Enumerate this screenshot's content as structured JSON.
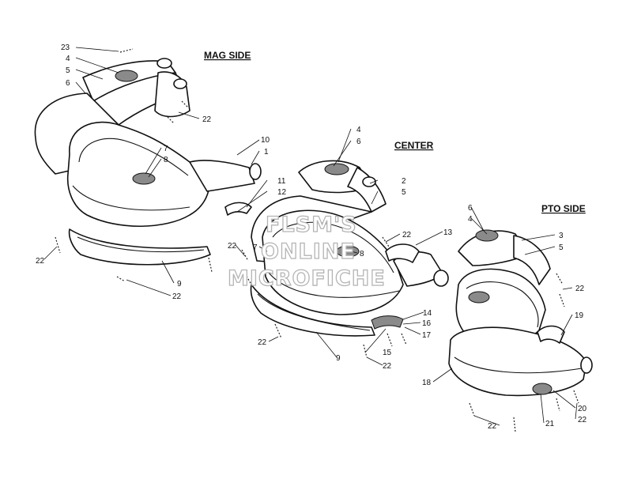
{
  "sections": {
    "mag": "MAG SIDE",
    "center": "CENTER",
    "pto": "PTO SIDE"
  },
  "watermark": {
    "line1": "FLSM'S",
    "line2": "ONLINE",
    "line3": "MICROFICHE"
  },
  "callouts": {
    "mag": {
      "c23": "23",
      "c4": "4",
      "c5": "5",
      "c6": "6",
      "c22a": "22",
      "c7": "7",
      "c8": "8",
      "c10": "10",
      "c1": "1",
      "c22b": "22",
      "c9": "9",
      "c22c": "22"
    },
    "center": {
      "c4": "4",
      "c6": "6",
      "c11": "11",
      "c12": "12",
      "c2": "2",
      "c5": "5",
      "c22a": "22",
      "c7": "7",
      "c8": "8",
      "c22b": "22",
      "c13": "13",
      "c14": "14",
      "c16": "16",
      "c17": "17",
      "c15": "15",
      "c22c": "22",
      "c9": "9",
      "c22d": "22"
    },
    "pto": {
      "c6": "6",
      "c4": "4",
      "c3": "3",
      "c5": "5",
      "c22a": "22",
      "c19": "19",
      "c18": "18",
      "c20": "20",
      "c22b": "22",
      "c21": "21",
      "c22c": "22"
    }
  },
  "colors": {
    "line": "#111111",
    "mesh": "#8a8a8a",
    "watermark": "#b4b4b4"
  }
}
